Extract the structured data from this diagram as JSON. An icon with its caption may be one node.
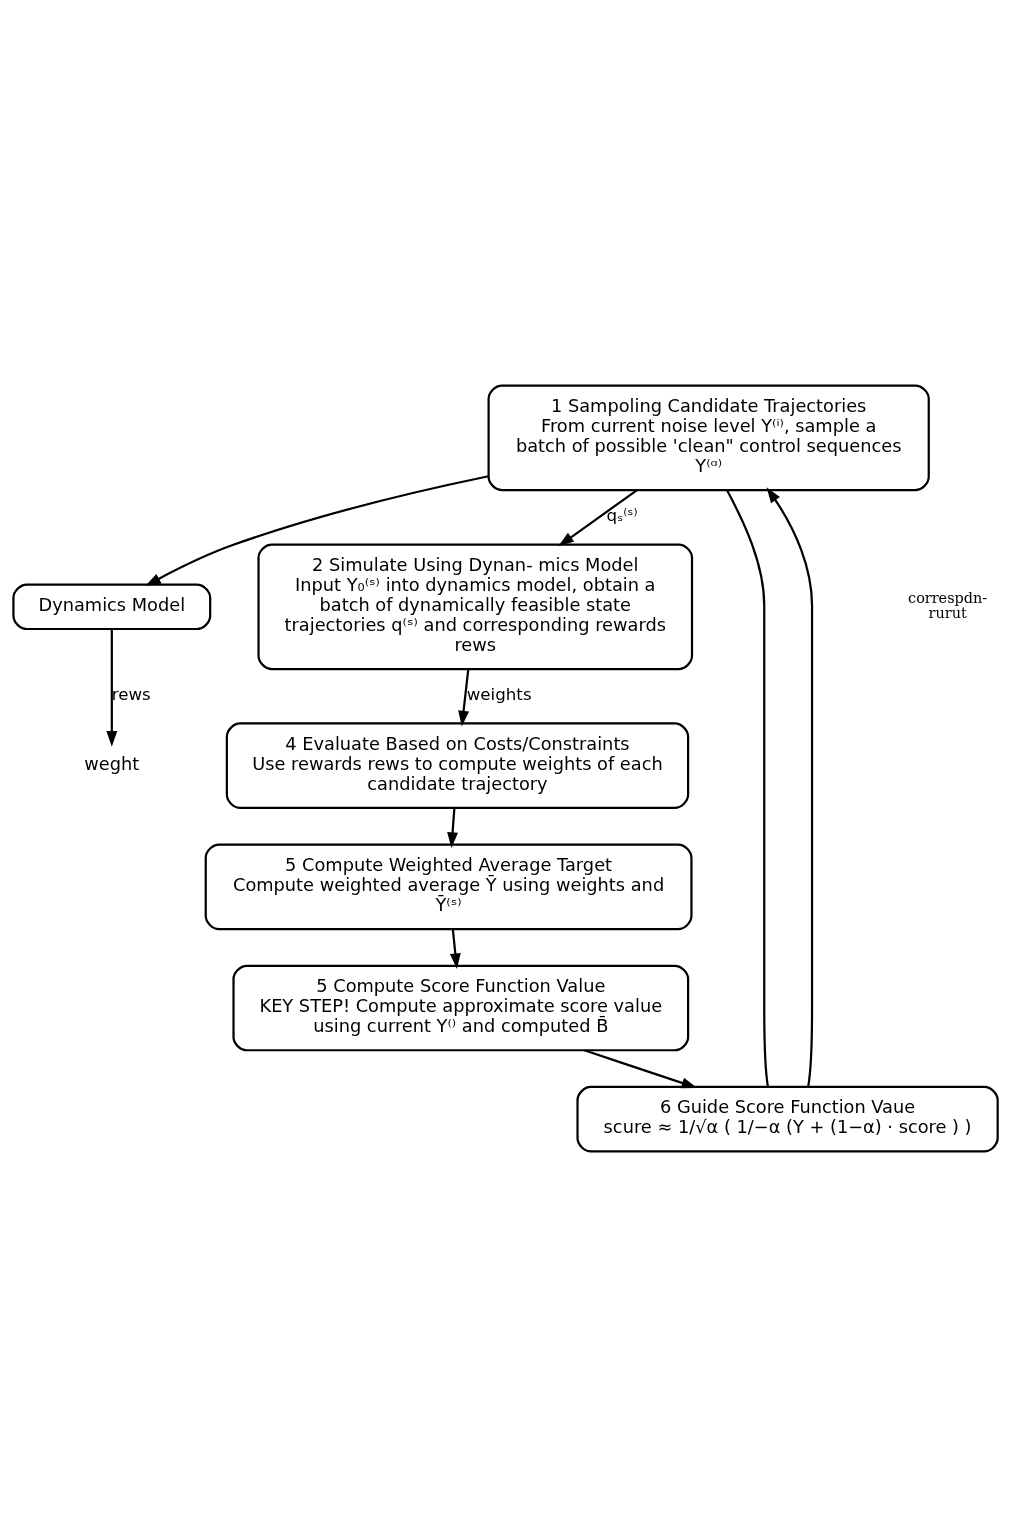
{
  "diagram": {
    "nodes": [
      {
        "text": [
          "1 Sampoling Candidate Trajectories",
          "From current noise level Y⁽ⁱ⁾, sample a batch of possible 'clean\" control sequences Y⁽ᵅ⁾"
        ]
      },
      {
        "text": [
          "Dynamics Model"
        ]
      },
      {
        "text": [
          "2 Simulate Using Dynan- mics Model",
          "Input Y₀⁽ˢ⁾ into dynamics model, obtain a batch of dynamically feasible state trajectories q⁽ˢ⁾ and corresponding rewards rews"
        ]
      },
      {
        "text": [
          "weght"
        ]
      },
      {
        "text": [
          "4 Evaluate Based on Costs/Constraints",
          "Use rewards rews to compute weights of each candidate trajectory"
        ]
      },
      {
        "text": [
          "5 Compute Weighted Average Target",
          "Compute weighted average Ȳ using weights and Ȳ⁽ˢ⁾"
        ]
      },
      {
        "text": [
          "5 Compute Score Function Value",
          "KEY STEP! Compute approximate score value using current Y⁽⁾ and computed B̄"
        ]
      },
      {
        "text": [
          "6 Guide Score Function Vaue",
          "scure ≈ 1/√α ( 1/−α (Y + (1−α) · score ) )"
        ]
      }
    ],
    "edges": [
      {
        "from": 0,
        "to": 2,
        "arrow": "to",
        "label": "qₛ⁽ˢ⁾"
      },
      {
        "from": 0,
        "to": 1,
        "arrow": "to"
      },
      {
        "from": 1,
        "to": 3,
        "arrow": "to",
        "label": "rews"
      },
      {
        "from": 2,
        "to": 4,
        "arrow": "to",
        "label": "weights"
      },
      {
        "from": 4,
        "to": 5,
        "arrow": "to"
      },
      {
        "from": 5,
        "to": 6,
        "arrow": "to"
      },
      {
        "from": 6,
        "to": 7,
        "arrow": "to"
      },
      {
        "from": 7,
        "to": 0,
        "arrow": "to"
      },
      {
        "from": 0,
        "to": 7,
        "arrow": "none"
      }
    ],
    "labels": [
      "correspdn- rurut"
    ]
  }
}
